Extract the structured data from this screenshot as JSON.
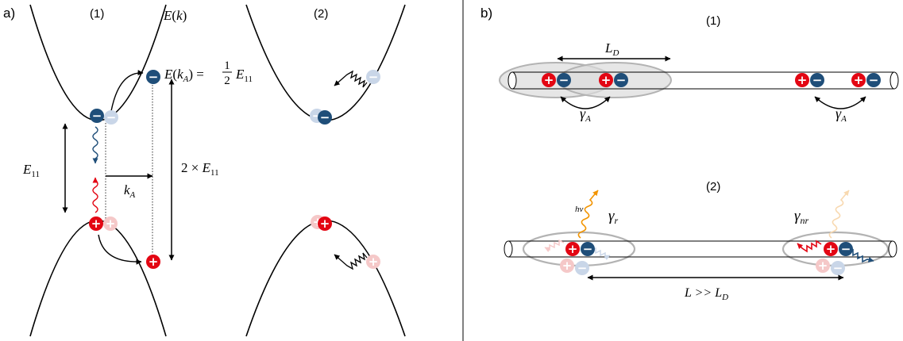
{
  "colors": {
    "electron": "#1f4e79",
    "hole": "#e30613",
    "electron_faded": "#c9d6e8",
    "hole_faded": "#f5c8c8",
    "photon": "#f29400",
    "photon_faded": "#f8d9b0",
    "line": "#000000",
    "halo": "#b3b3b3",
    "halo_fill": "#dcdcdc"
  },
  "icons": {
    "electron": "minus-sign",
    "hole": "plus-sign"
  },
  "symbols": {
    "electron": "−",
    "hole": "+"
  },
  "panel_a": {
    "label": "a)",
    "diagram1_title": "(1)",
    "diagram2_title": "(2)",
    "dispersion_label": "E(k)",
    "ka_energy_lhs": "E(k",
    "ka_energy_sub": "A",
    "ka_energy_eq": ") =",
    "half_num": "1",
    "half_den": "2",
    "e11_main": "E",
    "e11_sub": "11",
    "gap_label_main": "E",
    "gap_label_sub": "11",
    "double_gap_prefix": "2 × ",
    "double_gap_main": "E",
    "double_gap_sub": "11",
    "ka_label_main": "k",
    "ka_label_sub": "A"
  },
  "panel_b": {
    "label": "b)",
    "diagram1_title": "(1)",
    "diagram2_title": "(2)",
    "diffusion_length_main": "L",
    "diffusion_length_sub": "D",
    "auger_rate_main": "γ",
    "auger_rate_sub": "A",
    "photon_label": "hν",
    "radiative_rate_main": "γ",
    "radiative_rate_sub": "r",
    "nonradiative_rate_main": "γ",
    "nonradiative_rate_sub": "nr",
    "separation_main": "L >> L",
    "separation_sub": "D"
  }
}
